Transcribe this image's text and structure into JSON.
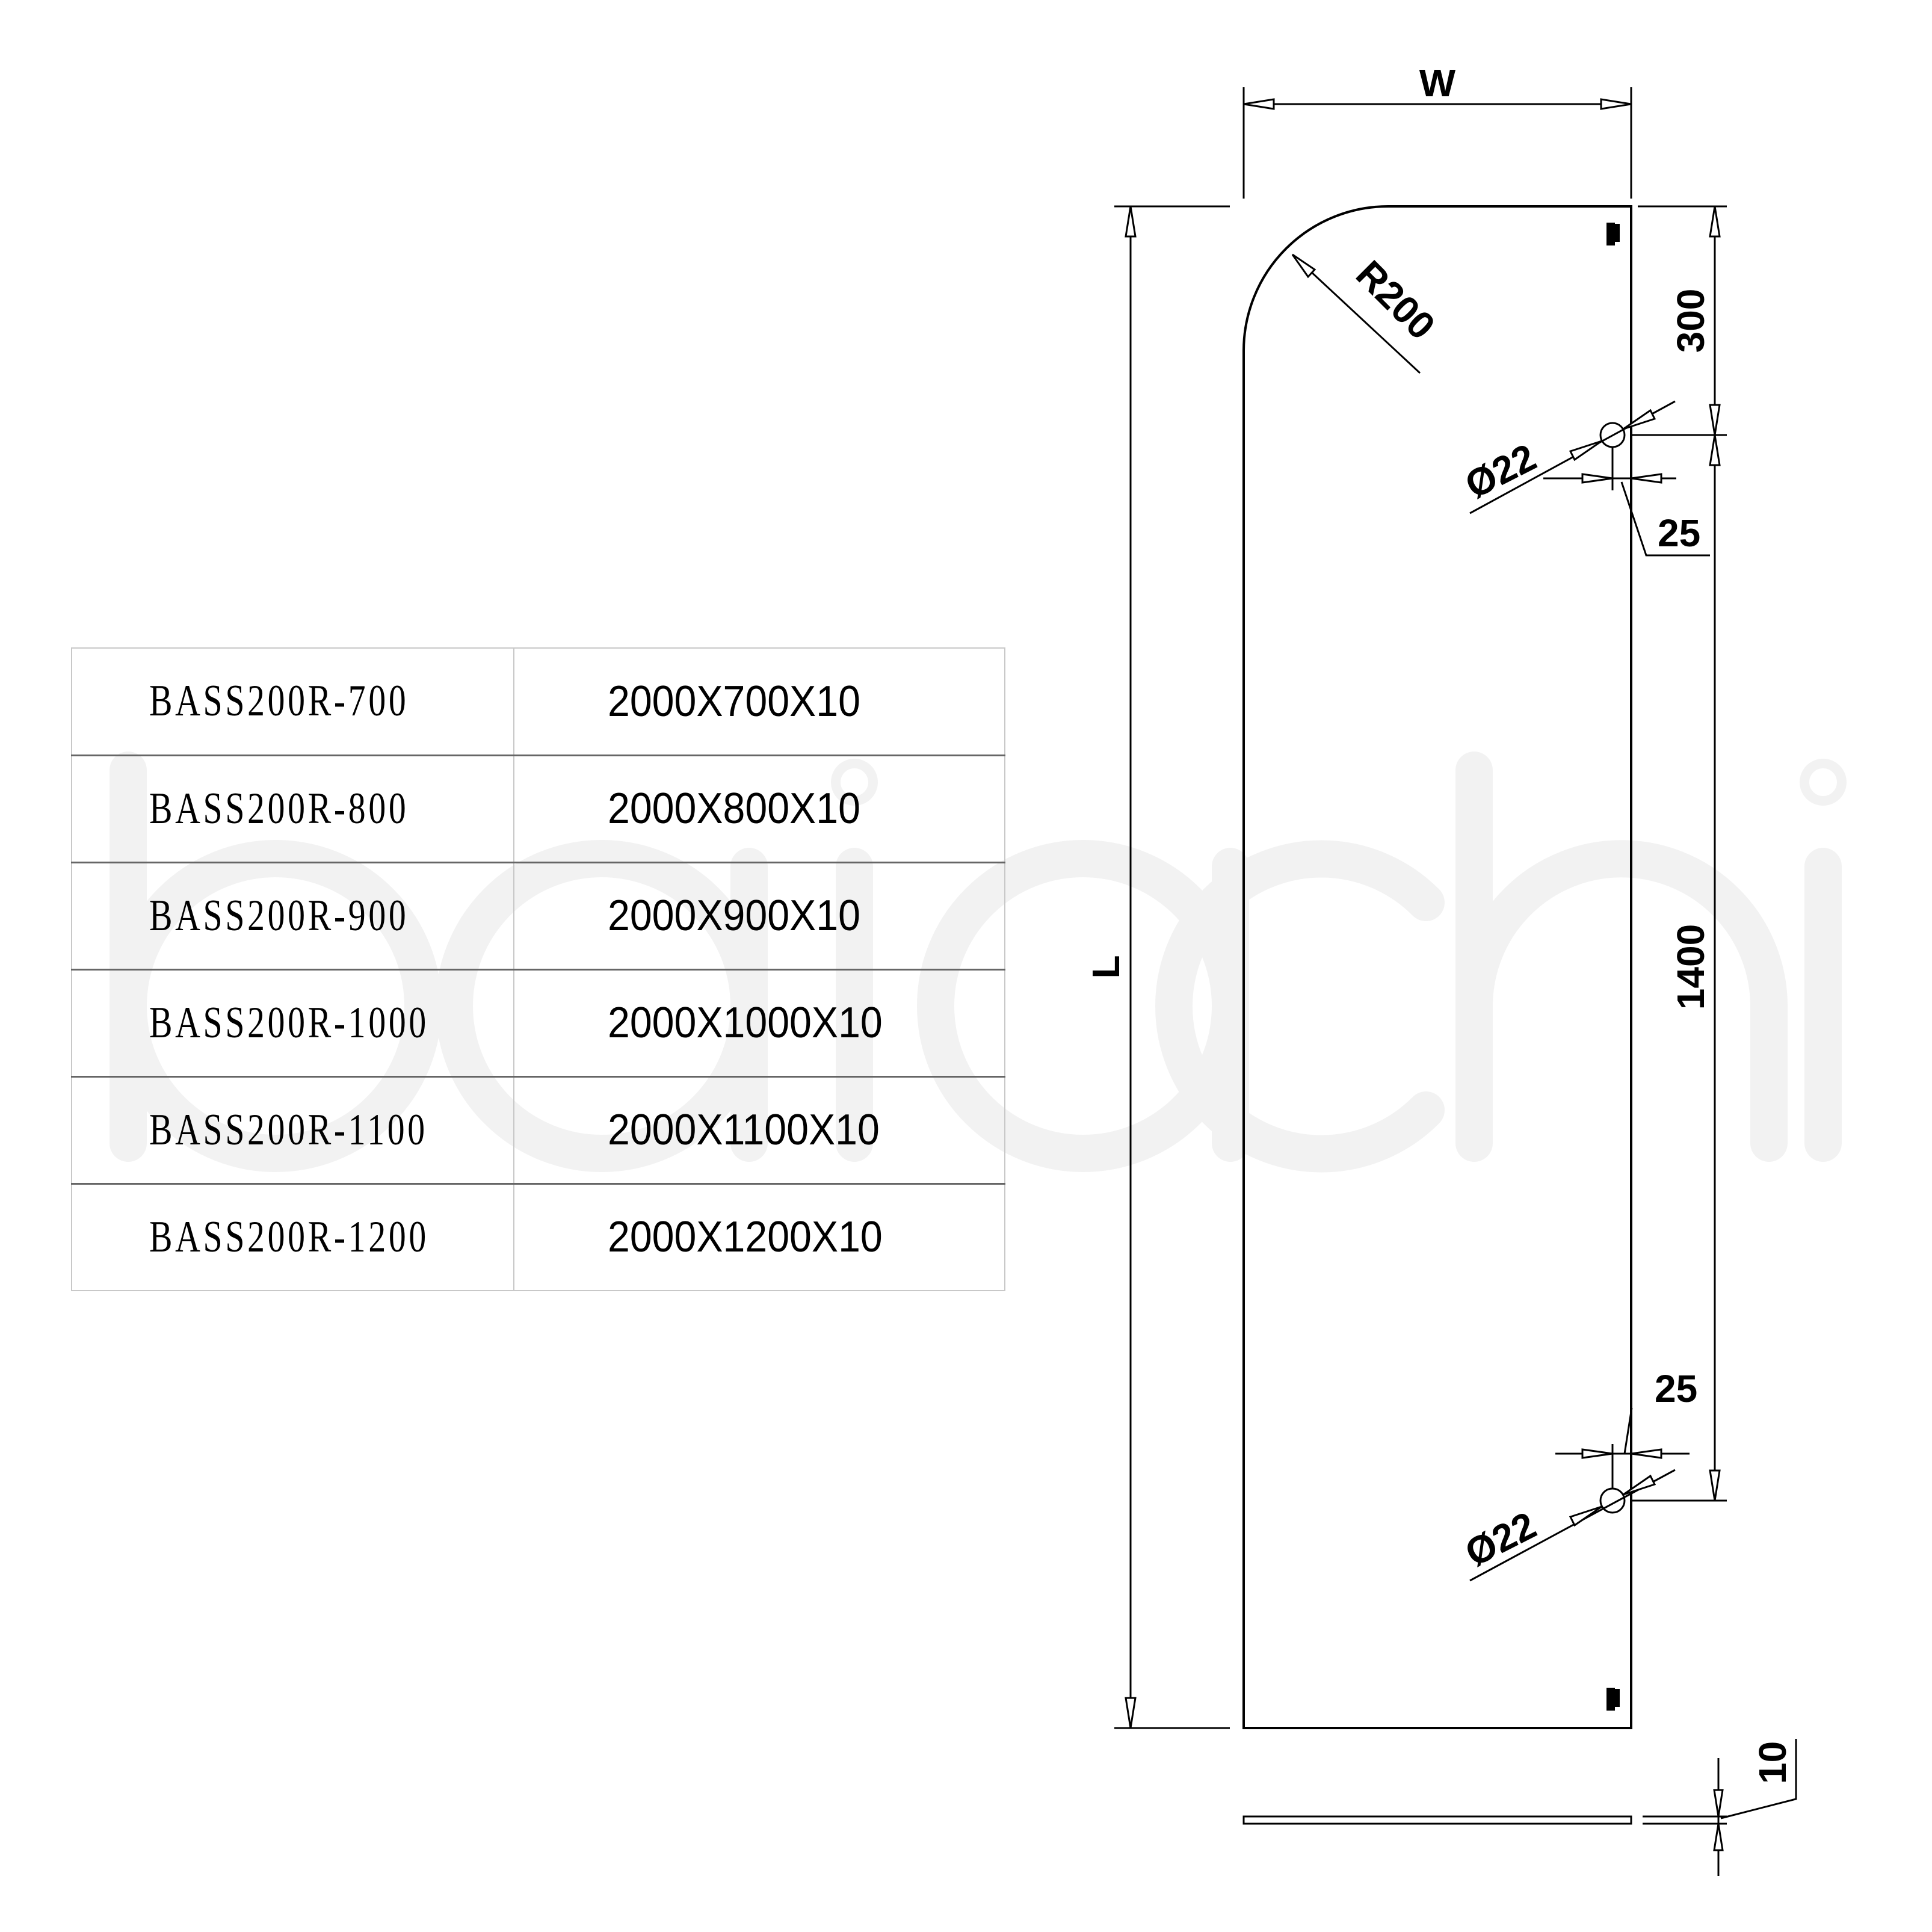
{
  "watermark": "baiachi",
  "table": {
    "rows": [
      {
        "model": "BASS200R-700",
        "size": "2000X700X10"
      },
      {
        "model": "BASS200R-800",
        "size": "2000X800X10"
      },
      {
        "model": "BASS200R-900",
        "size": "2000X900X10"
      },
      {
        "model": "BASS200R-1000",
        "size": "2000X1000X10"
      },
      {
        "model": "BASS200R-1100",
        "size": "2000X1100X10"
      },
      {
        "model": "BASS200R-1200",
        "size": "2000X1200X10"
      }
    ]
  },
  "drawing": {
    "width_label": "W",
    "length_label": "L",
    "radius_label": "R200",
    "top_offset_label": "300",
    "hole_spacing_label": "1400",
    "hole_top_diameter_label": "Ø22",
    "hole_bottom_diameter_label": "Ø22",
    "edge_offset_top_label": "25",
    "edge_offset_bottom_label": "25",
    "thickness_label": "10"
  }
}
